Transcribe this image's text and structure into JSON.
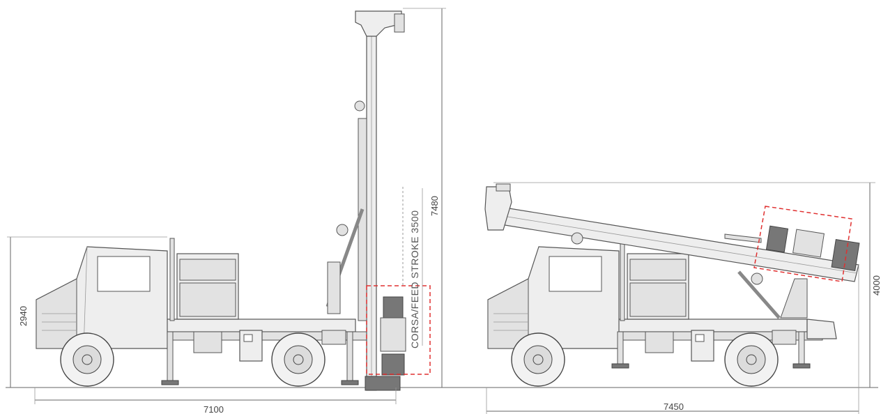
{
  "dimensions": {
    "left_height": "2940",
    "left_length": "7100",
    "left_mast_height": "7480",
    "right_length": "7450",
    "right_height": "4000"
  },
  "annotations": {
    "feed_stroke": "CORSA/FEED STROKE 3500"
  },
  "colors": {
    "highlight_box": "#e03030",
    "line": "#555555",
    "body_fill": "#eeeeee"
  }
}
